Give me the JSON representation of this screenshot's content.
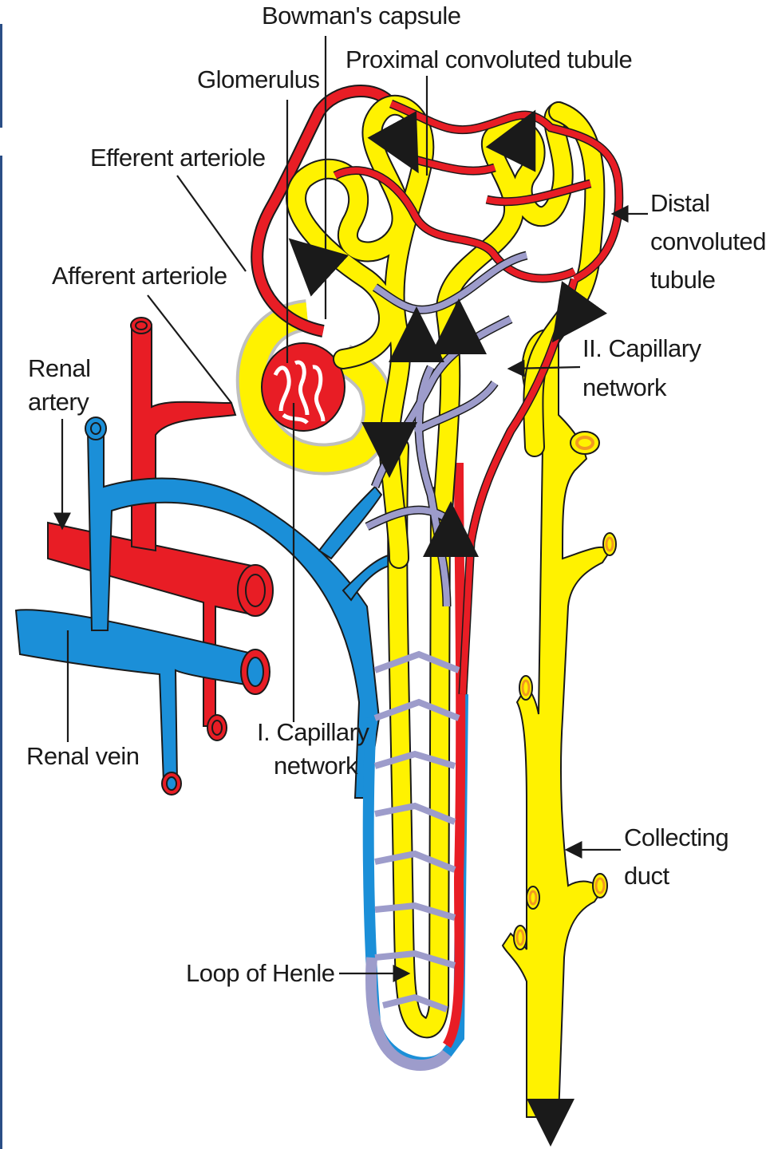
{
  "diagram": {
    "labels": {
      "bowmans_capsule": "Bowman's capsule",
      "proximal_tubule": "Proximal convoluted tubule",
      "glomerulus": "Glomerulus",
      "efferent_arteriole": "Efferent arteriole",
      "afferent_arteriole": "Afferent arteriole",
      "distal_line1": "Distal",
      "distal_line2": "convoluted",
      "distal_line3": "tubule",
      "renal_artery_line1": "Renal",
      "renal_artery_line2": "artery",
      "capillary2_line1": "II. Capillary",
      "capillary2_line2": "network",
      "capillary1_line1": "I. Capillary",
      "capillary1_line2": "network",
      "renal_vein": "Renal vein",
      "collecting_line1": "Collecting",
      "collecting_line2": "duct",
      "loop_of_henle": "Loop of Henle"
    },
    "colors": {
      "artery": "#e81d25",
      "vein": "#1b8fd8",
      "capillary": "#9d9ccb",
      "tubule": "#fff200",
      "duct_ring": "#f29a1f",
      "outline": "#1a1a1a"
    }
  }
}
